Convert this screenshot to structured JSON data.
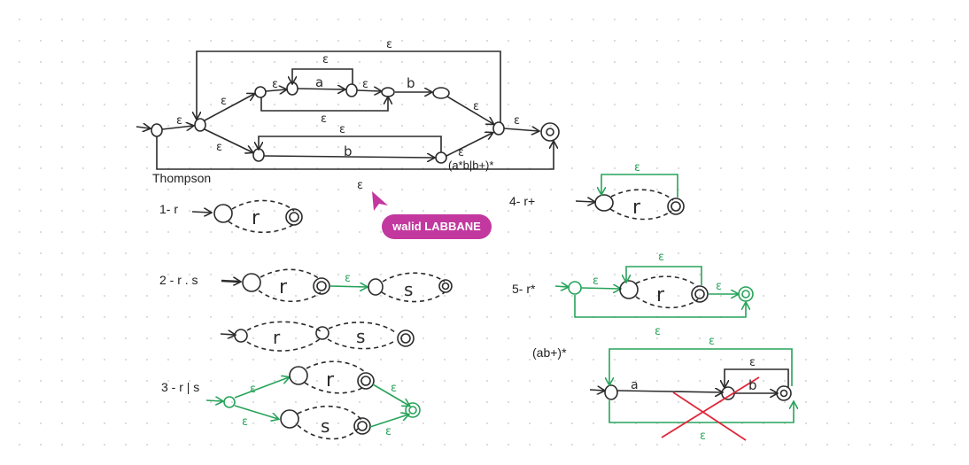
{
  "colors": {
    "ink": "#2b2b2b",
    "green": "#27a35a",
    "red": "#e0263a",
    "badge": "#c2389f"
  },
  "labels": {
    "thompson": "Thompson",
    "regex_main": "(a*b|b+)*",
    "case1": "1- r",
    "case2": "2 - r . s",
    "case3": "3 - r | s",
    "case4": "4- r+",
    "case5": "5- r*",
    "regex_ab": "(ab+)*"
  },
  "badge": {
    "text": "walid LABBANE"
  },
  "hand": {
    "eps": "ε",
    "a": "a",
    "b": "b",
    "r": "r",
    "s": "s",
    "arrow_a": "a"
  },
  "icons": {
    "cursor": "cursor-arrow-icon"
  }
}
